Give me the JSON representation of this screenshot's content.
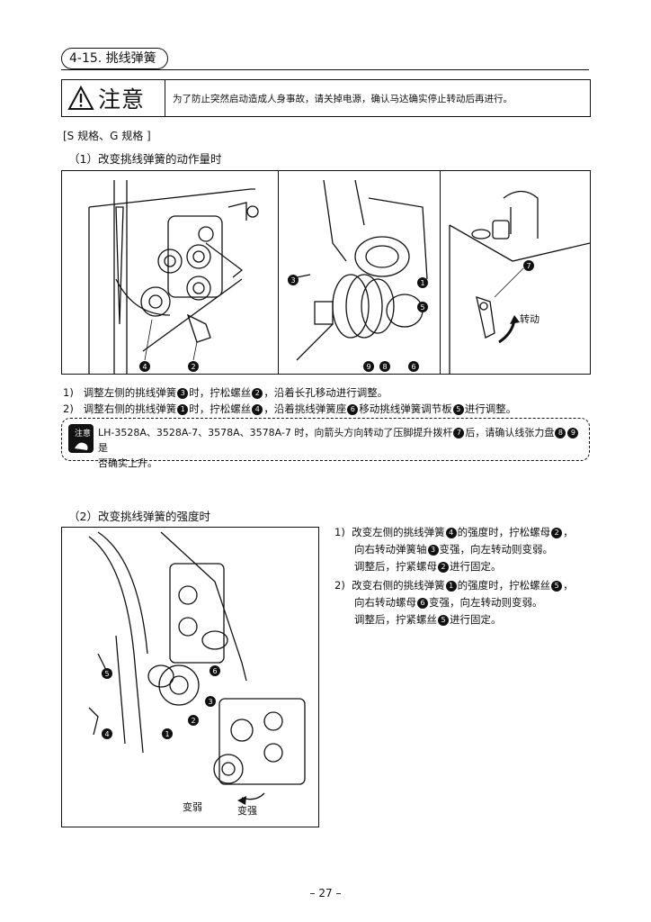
{
  "section": {
    "title": "4-15. 挑线弹簧"
  },
  "caution": {
    "word": "注意",
    "text": "为了防止突然启动造成人身事故，请关掉电源，确认马达确实停止转动后再进行。"
  },
  "spec_label": "[S 规格、G 规格 ]",
  "part1": {
    "heading": "（1）改变挑线弹簧的动作量时",
    "fig_labels": {
      "rotate": "转动"
    },
    "steps": [
      {
        "num": "1)",
        "a": "调整左侧的挑线弹簧",
        "c1": "3",
        "b": "时，拧松螺丝",
        "c2": "2",
        "c": "，沿着长孔移动进行调整。"
      },
      {
        "num": "2)",
        "a": "调整右侧的挑线弹簧",
        "c1": "1",
        "b": "时，拧松螺丝",
        "c2": "4",
        "c": "，沿着挑线弹簧座",
        "c3": "6",
        "d": "移动挑线弹簧调节板",
        "c4": "5",
        "e": "进行调整。"
      }
    ]
  },
  "note": {
    "icon_text": "注意",
    "line1a": "LH-3528A、3528A-7、3578A、3578A-7 时，向箭头方向转动了压脚提升拨杆",
    "c1": "7",
    "line1b": "后，请确认线张力盘",
    "c2": "8",
    "c3": "9",
    "line1c": "是",
    "line2": "否确实上升。"
  },
  "part2": {
    "heading": "（2）改变挑线弹簧的强度时",
    "fig_labels": {
      "weaker": "变弱",
      "stronger": "变强"
    },
    "items": [
      {
        "num": "1)",
        "l1a": "改变左侧的挑线弹簧",
        "c1": "4",
        "l1b": "的强度时，拧松螺母",
        "c2": "2",
        "l1c": "，",
        "l2a": "向右转动弹簧轴",
        "c3": "3",
        "l2b": "变强，向左转动则变弱。",
        "l3a": "调整后，拧紧螺母",
        "c4": "2",
        "l3b": "进行固定。"
      },
      {
        "num": "2)",
        "l1a": "改变右侧的挑线弹簧",
        "c1": "1",
        "l1b": "的强度时，拧松螺丝",
        "c2": "5",
        "l1c": "，",
        "l2a": "向右转动螺母",
        "c3": "6",
        "l2b": "变强，向左转动则变弱。",
        "l3a": "调整后，拧紧螺丝",
        "c4": "5",
        "l3b": "进行固定。"
      }
    ]
  },
  "page_number": "– 27 –"
}
